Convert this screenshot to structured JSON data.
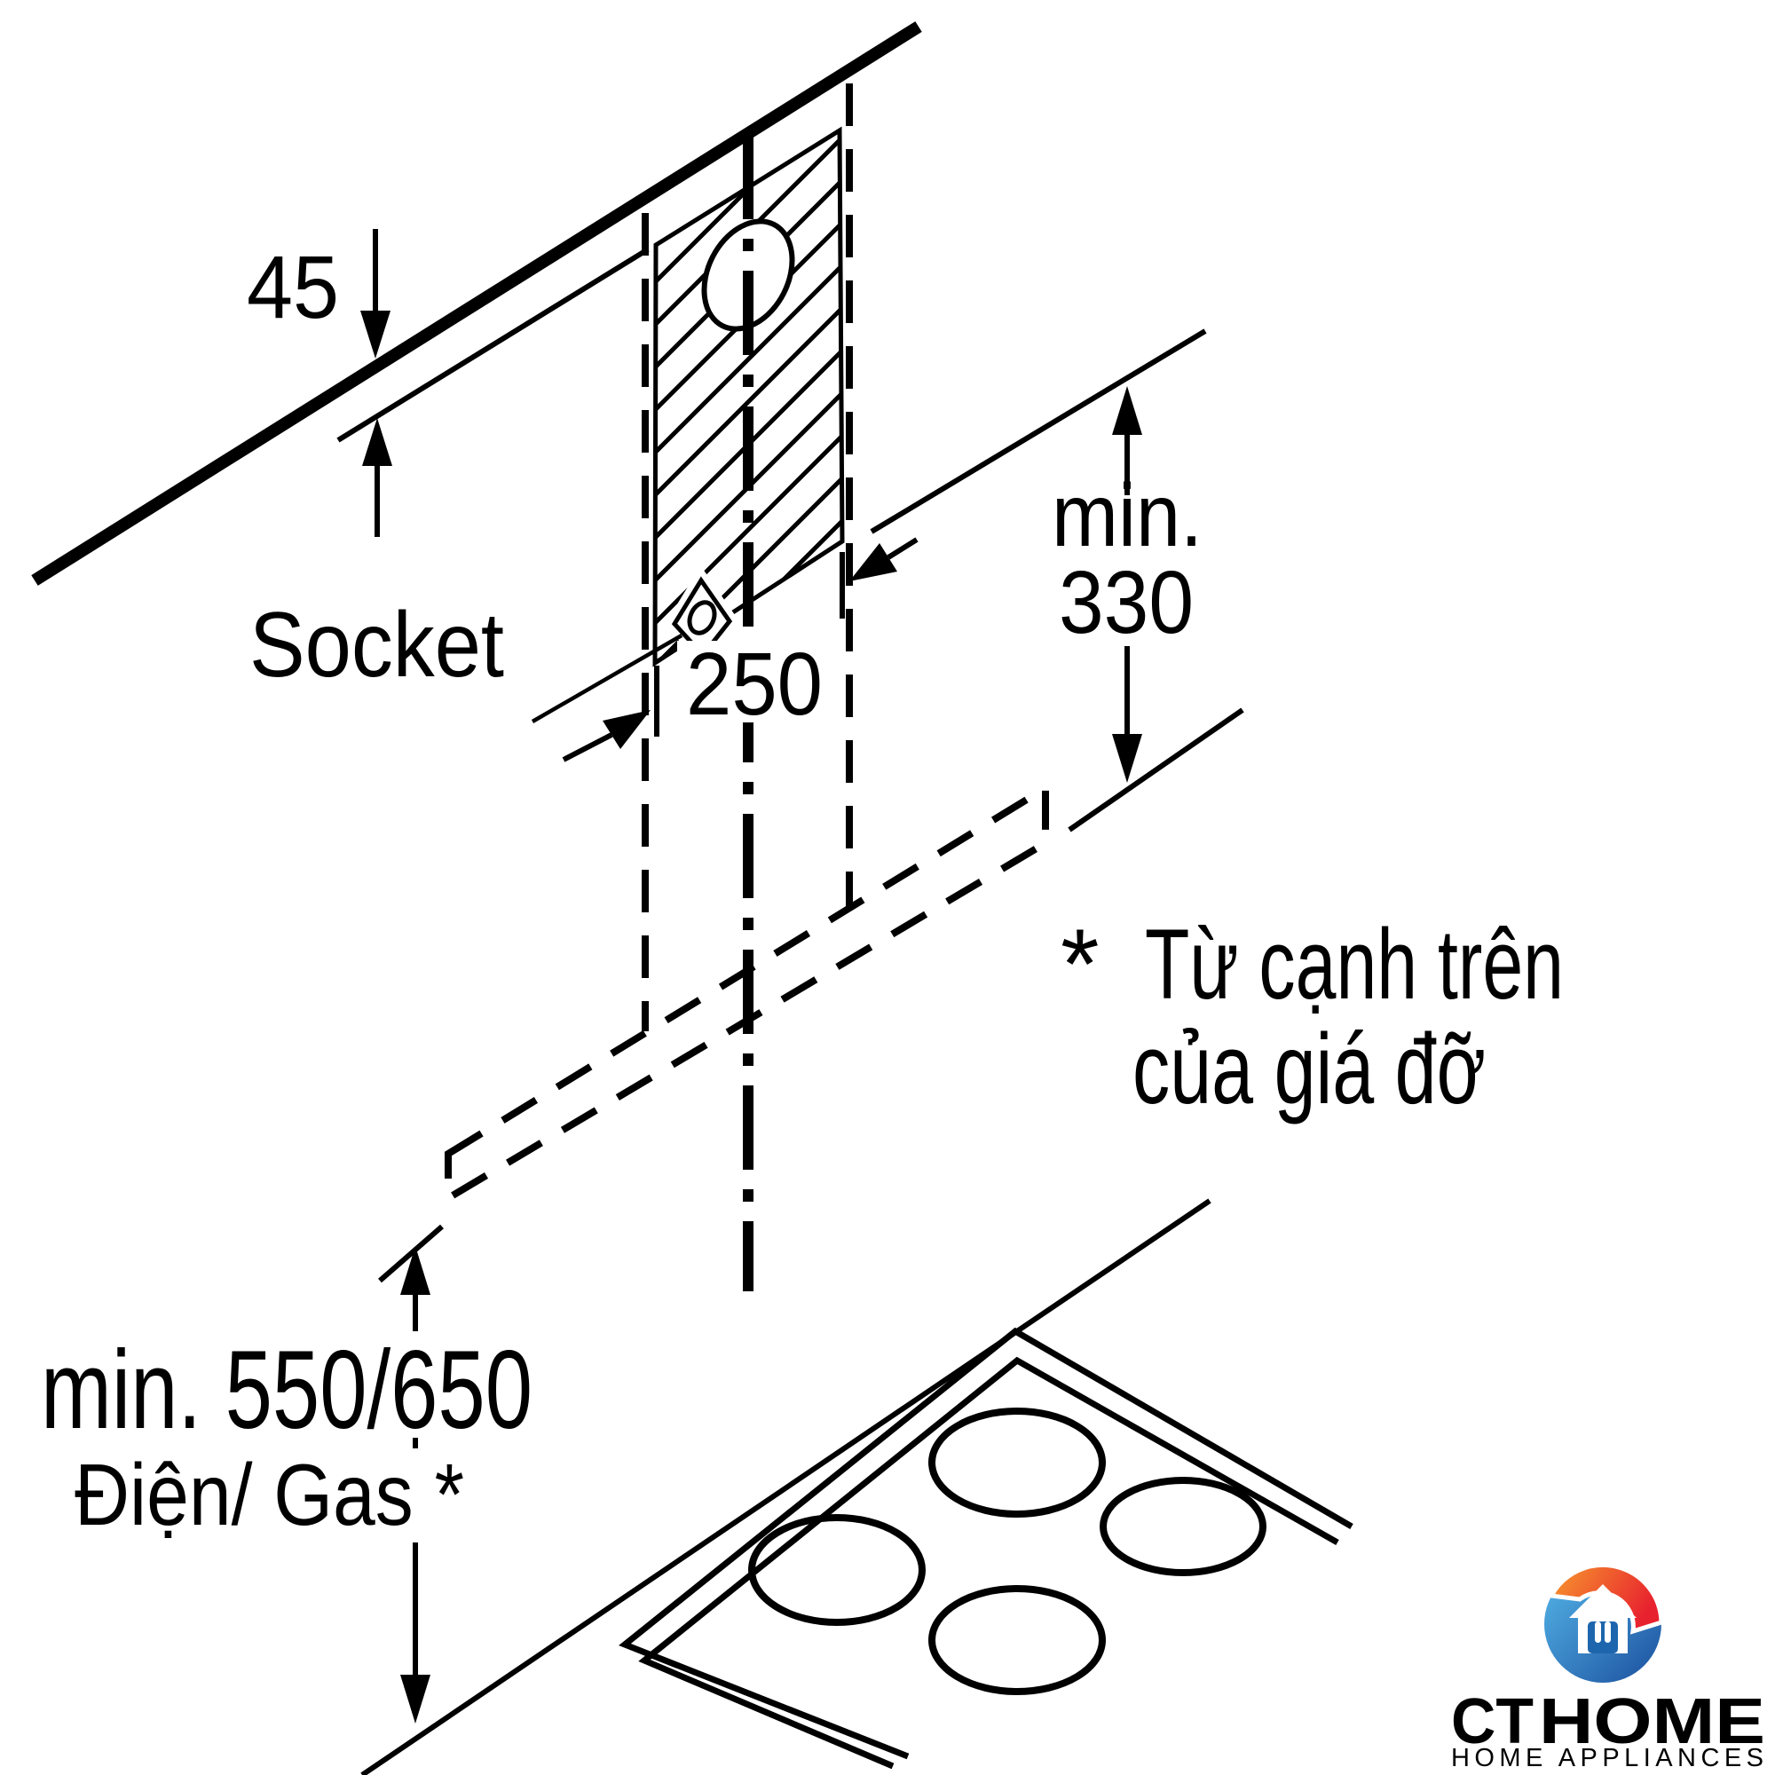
{
  "labels": {
    "d45": "45",
    "socket": "Socket",
    "d250": "250",
    "min": "min.",
    "d330": "330",
    "min550": "min. 550/650",
    "dien_gas": "Điện/ Gas *",
    "note_star": "*",
    "note_line1": "Từ cạnh trên",
    "note_line2": "của giá đỡ"
  },
  "dimensions": {
    "ceiling_offset_mm": "45",
    "flue_width_mm": "250",
    "bracket_clearance_mm": "min. 330",
    "hob_clearance_mm": "min. 550/650"
  },
  "logo": {
    "ct": "CT",
    "home": "HOME",
    "tagline": "HOME APPLIANCES",
    "colors": {
      "ct_red": "#e62129",
      "home_blue": "#1173b9",
      "tagline_gray": "#8e8e8e",
      "swirl_blue_light": "#56b8ea",
      "swirl_blue_dark": "#1b4f9e",
      "swirl_orange": "#f79a2e",
      "swirl_red": "#e8212e",
      "door_blue": "#1d66ae"
    }
  },
  "ink": "#000000"
}
